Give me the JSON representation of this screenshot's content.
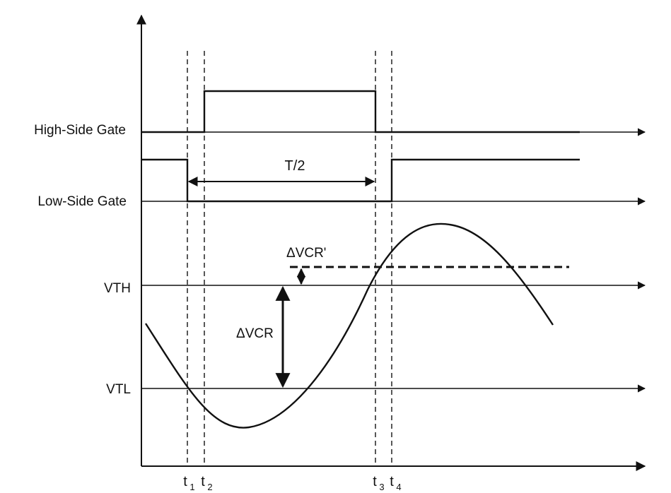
{
  "labels": {
    "high_side_gate": "High-Side Gate",
    "low_side_gate": "Low-Side Gate",
    "vth": "VTH",
    "vtl": "VTL",
    "half_period": "T/2",
    "delta_vcr": "ΔVCR",
    "delta_vcr_prime": "ΔVCR'"
  },
  "time_markers": [
    {
      "base": "t",
      "sub": "1"
    },
    {
      "base": "t",
      "sub": "2"
    },
    {
      "base": "t",
      "sub": "3"
    },
    {
      "base": "t",
      "sub": "4"
    }
  ],
  "colors": {
    "ink": "#111111",
    "background": "#ffffff"
  }
}
